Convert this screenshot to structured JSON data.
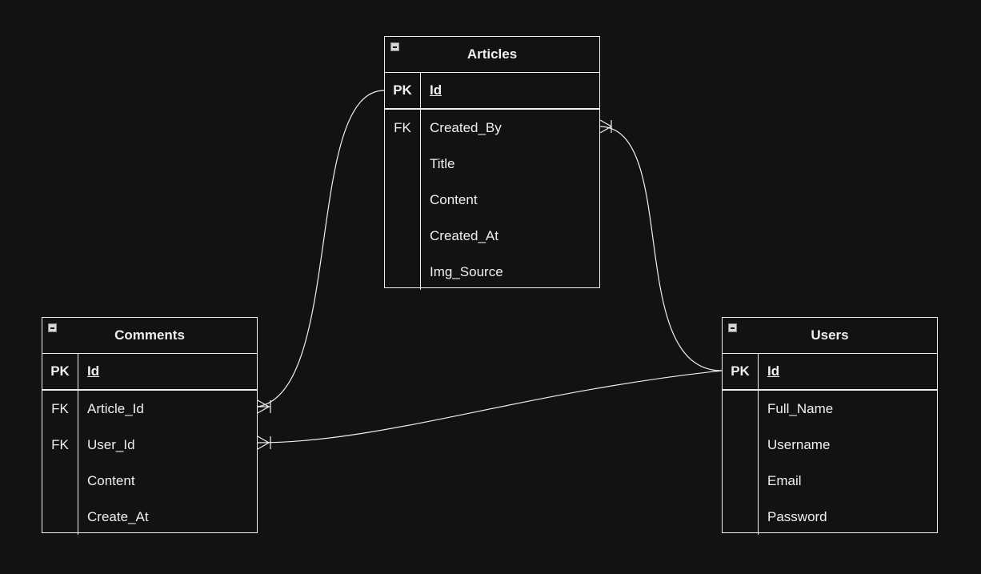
{
  "entities": {
    "articles": {
      "title": "Articles",
      "pk": {
        "key": "PK",
        "name": "Id"
      },
      "fields": [
        {
          "key": "FK",
          "name": "Created_By"
        },
        {
          "key": "",
          "name": "Title"
        },
        {
          "key": "",
          "name": "Content"
        },
        {
          "key": "",
          "name": "Created_At"
        },
        {
          "key": "",
          "name": "Img_Source"
        }
      ]
    },
    "comments": {
      "title": "Comments",
      "pk": {
        "key": "PK",
        "name": "Id"
      },
      "fields": [
        {
          "key": "FK",
          "name": "Article_Id"
        },
        {
          "key": "FK",
          "name": "User_Id"
        },
        {
          "key": "",
          "name": "Content"
        },
        {
          "key": "",
          "name": "Create_At"
        }
      ]
    },
    "users": {
      "title": "Users",
      "pk": {
        "key": "PK",
        "name": "Id"
      },
      "fields": [
        {
          "key": "",
          "name": "Full_Name"
        },
        {
          "key": "",
          "name": "Username"
        },
        {
          "key": "",
          "name": "Email"
        },
        {
          "key": "",
          "name": "Password"
        }
      ]
    }
  },
  "relationships": [
    {
      "from": "articles.Id",
      "to": "comments.Article_Id",
      "cardinality": "one-to-many"
    },
    {
      "from": "users.Id",
      "to": "articles.Created_By",
      "cardinality": "one-to-many"
    },
    {
      "from": "users.Id",
      "to": "comments.User_Id",
      "cardinality": "one-to-many"
    }
  ],
  "colors": {
    "background": "#121212",
    "foreground": "#f0f0f0"
  }
}
